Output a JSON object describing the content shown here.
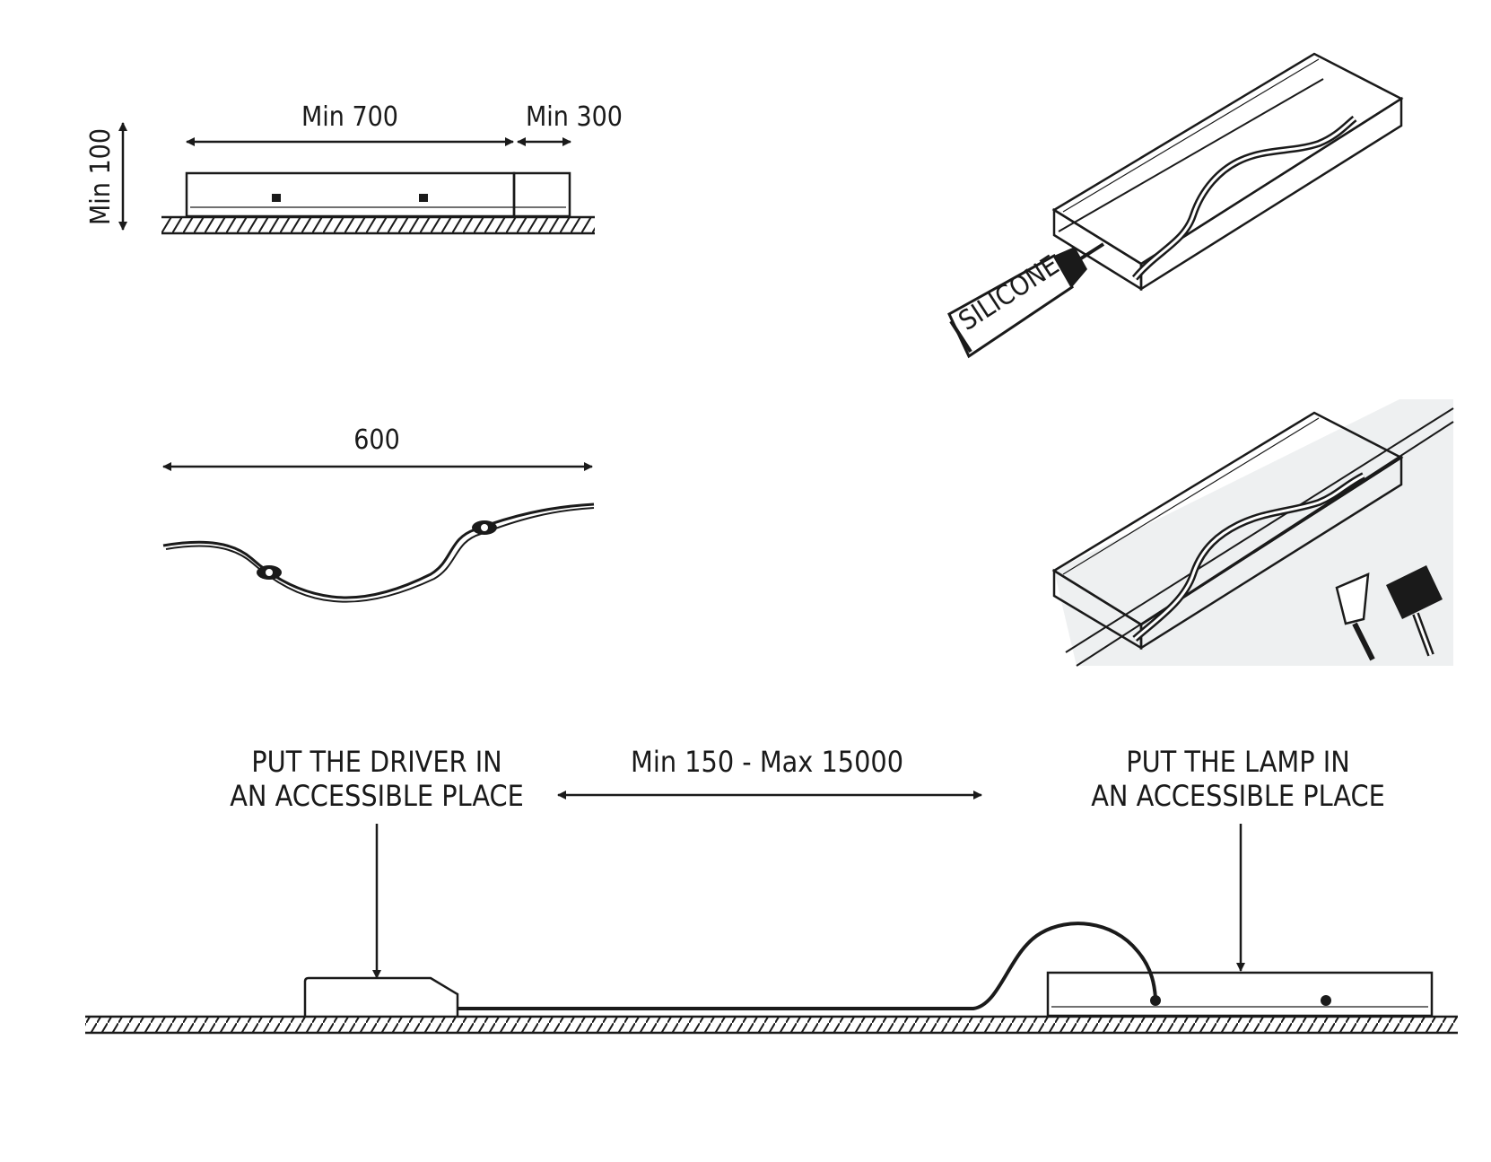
{
  "labels": {
    "dim_height": "Min 100",
    "dim_length": "Min 700",
    "dim_end": "Min 300",
    "dim_span": "600",
    "silicone": "SILICONE",
    "run_length": "Min 150 - Max 15000",
    "driver_line1": "PUT THE DRIVER IN",
    "driver_line2": "AN ACCESSIBLE PLACE",
    "lamp_line1": "PUT THE LAMP IN",
    "lamp_line2": "AN ACCESSIBLE PLACE"
  },
  "icons": [
    "hatched-surface-icon",
    "silicone-tube-icon",
    "spatula-icon",
    "hammer-icon"
  ]
}
